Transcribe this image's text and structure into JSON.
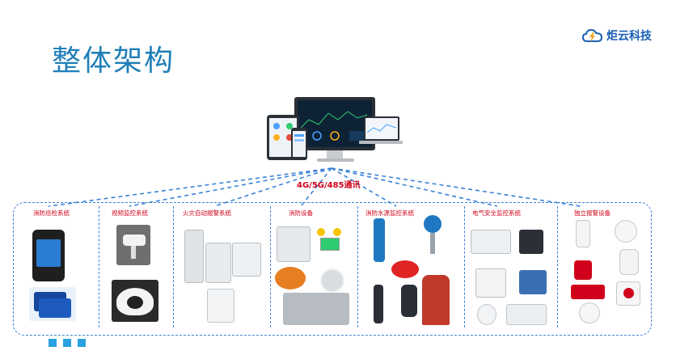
{
  "title": "整体架构",
  "logo": {
    "text": "炬云科技",
    "icon": "cloud-lightning-icon"
  },
  "communication_label": "4G/5G/485通讯",
  "sections": [
    {
      "label": "消防巡检系统"
    },
    {
      "label": "视频监控系统"
    },
    {
      "label": "火灾自动报警系统"
    },
    {
      "label": "消防设备"
    },
    {
      "label": "消防水源监控系统"
    },
    {
      "label": "电气安全监控系统"
    },
    {
      "label": "独立报警设备"
    }
  ],
  "colors": {
    "accent": "#1f7fb8",
    "dashed_line": "#3b82d6",
    "label_red": "#d0021b"
  }
}
